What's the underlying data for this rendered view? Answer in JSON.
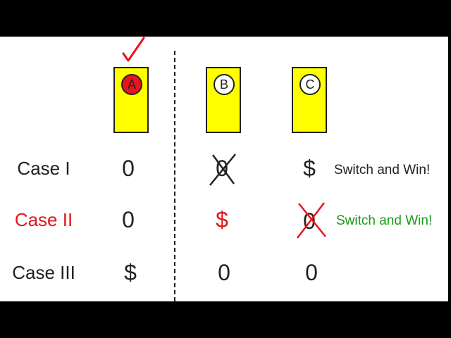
{
  "doors": [
    {
      "label": "A",
      "chosen": true,
      "knob_color": "#e8141c"
    },
    {
      "label": "B",
      "chosen": false,
      "knob_color": "#ffffff"
    },
    {
      "label": "C",
      "chosen": false,
      "knob_color": "#ffffff"
    }
  ],
  "door_fill": "#ffff00",
  "cases": [
    {
      "label": "Case I",
      "label_color": "#222222",
      "cells": [
        "0",
        "0",
        "$"
      ],
      "crossed": [
        false,
        true,
        false
      ],
      "note": "Switch and Win!",
      "note_color": "#222222"
    },
    {
      "label": "Case II",
      "label_color": "#e8141c",
      "cells": [
        "0",
        "$",
        "0"
      ],
      "crossed": [
        false,
        false,
        true
      ],
      "note": "Switch and Win!",
      "note_color": "#169b16"
    },
    {
      "label": "Case III",
      "label_color": "#222222",
      "cells": [
        "$",
        "0",
        "0"
      ],
      "crossed": [
        false,
        false,
        false
      ]
    }
  ],
  "icons": {
    "chosen_marker": "check-icon",
    "eliminated_marker": "cross-out-icon"
  }
}
